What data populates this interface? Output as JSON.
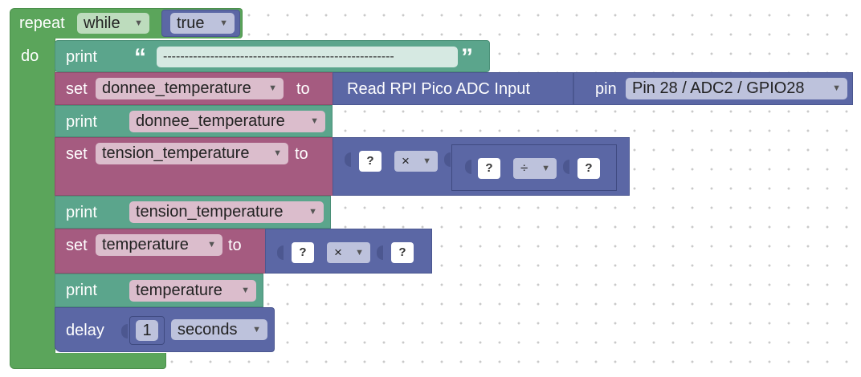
{
  "loop": {
    "repeat_label": "repeat",
    "mode": "while",
    "condition": "true",
    "do_label": "do"
  },
  "print1": {
    "label": "print",
    "open_quote": "“",
    "text": "------------------------------------------------------",
    "close_quote": "”"
  },
  "set1": {
    "label": "set",
    "variable": "donnee_temperature",
    "to_label": "to",
    "adc_label": "Read RPI Pico ADC Input",
    "pin_label": "pin",
    "pin_value": "Pin 28 / ADC2 / GPIO28"
  },
  "print2": {
    "label": "print",
    "variable": "donnee_temperature"
  },
  "set2": {
    "label": "set",
    "variable": "tension_temperature",
    "to_label": "to",
    "operand_a": "?",
    "op1": "×",
    "operand_b": "?",
    "op2": "÷",
    "operand_c": "?"
  },
  "print3": {
    "label": "print",
    "variable": "tension_temperature"
  },
  "set3": {
    "label": "set",
    "variable": "temperature",
    "to_label": "to",
    "operand_a": "?",
    "op": "×",
    "operand_b": "?"
  },
  "print4": {
    "label": "print",
    "variable": "temperature"
  },
  "delay": {
    "label": "delay",
    "value": "1",
    "unit": "seconds"
  },
  "colors": {
    "loop": "#5ba55b",
    "text": "#5ba58c",
    "variables": "#a55b80",
    "values": "#5b67a5"
  },
  "icons": {
    "dropdown": "dropdown-arrow-icon"
  }
}
